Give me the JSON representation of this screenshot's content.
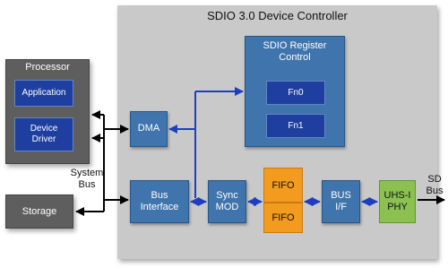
{
  "controller": {
    "title": "SDIO 3.0 Device Controller"
  },
  "processor": {
    "title": "Processor",
    "application": "Application",
    "device_driver": "Device Driver"
  },
  "storage": {
    "label": "Storage"
  },
  "system_bus": {
    "label": "System Bus"
  },
  "sd_bus": {
    "label": "SD Bus"
  },
  "blocks": {
    "dma": "DMA",
    "register_control": "SDIO Register Control",
    "fn0": "Fn0",
    "fn1": "Fn1",
    "bus_interface": "Bus Interface",
    "sync_mod": "Sync MOD",
    "fifo_top": "FIFO",
    "fifo_bottom": "FIFO",
    "bus_if": "BUS I/F",
    "uhs_phy": "UHS-I PHY"
  },
  "colors": {
    "controller_bg": "#c9c9c9",
    "block_blue": "#3f74ad",
    "function_blue": "#1f3fa0",
    "fifo_orange": "#f29b1e",
    "phy_green": "#8cc152",
    "wire_blue": "#1d3fbf",
    "wire_black": "#000000"
  }
}
